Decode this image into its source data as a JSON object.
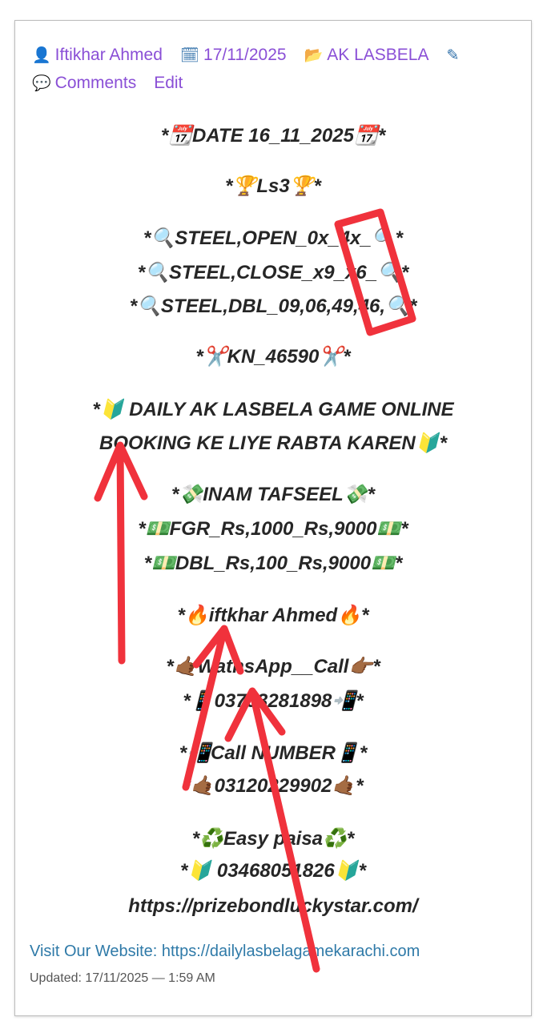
{
  "meta": {
    "author": "Iftikhar Ahmed",
    "date": "17/11/2025",
    "category": "AK LASBELA",
    "comments": "Comments",
    "edit": "Edit"
  },
  "content_lines": [
    "*📆DATE 16_11_2025📆*",
    "*🏆Ls3🏆*",
    "*🔍STEEL,OPEN_0x_4x_🔍*",
    "*🔍STEEL,CLOSE_x9_x6_🔍*",
    "*🔍STEEL,DBL_09,06,49,46,🔍*",
    "*✂️KN_46590✂️*",
    "*🔰 DAILY AK LASBELA GAME ONLINE",
    "BOOKING KE LIYE RABTA KAREN🔰*",
    "*💸INAM TAFSEEL💸*",
    "*💵FGR_Rs,1000_Rs,9000💵*",
    "*💵DBL_Rs,100_Rs,9000💵*",
    "*🔥iftkhar Ahmed🔥*",
    "*🤙🏾WathsApp__Call👉🏾*",
    "*📱03703281898📲*",
    "*📲Call NUMBER📱*",
    "*🤙🏾03120229902🤙🏾*",
    "*♻️Easy paisa♻️*",
    "*🔰 03468051826🔰*",
    "https://prizebondluckystar.com/"
  ],
  "footer": {
    "visit_label": "Visit Our Website: https://dailylasbelagamekarachi.com",
    "updated": "Updated: 17/11/2025 — 1:59 AM"
  },
  "colors": {
    "link": "#8a4fd6",
    "icon": "#2d6ea8",
    "annotation": "#f0323c"
  }
}
